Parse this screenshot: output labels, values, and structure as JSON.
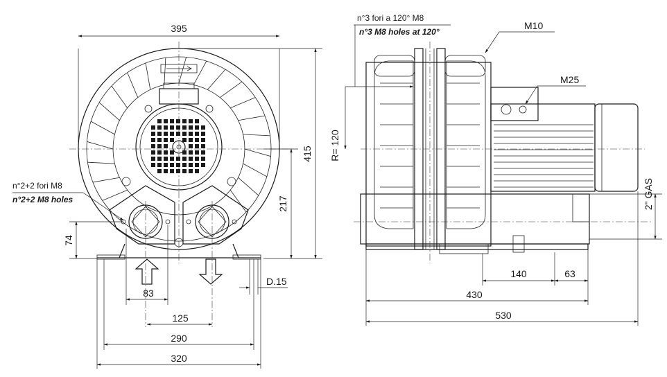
{
  "dimensions": {
    "width_395": "395",
    "height_415": "415",
    "height_217": "217",
    "height_74": "74",
    "inlet_83": "83",
    "spacing_125": "125",
    "base_290": "290",
    "base_320": "320",
    "slot_d15": "D.15",
    "radius_r120": "R= 120",
    "foot_140": "140",
    "foot_63": "63",
    "length_430": "430",
    "length_530": "530"
  },
  "labels": {
    "holes_it": "n°2+2 fori M8",
    "holes_en": "n°2+2 M8 holes",
    "holes3_it": "n°3 fori a 120° M8",
    "holes3_en": "n°3 M8 holes at 120°",
    "m10": "M10",
    "m25": "M25",
    "gas": "2\" GAS"
  },
  "icons": [
    "inlet-arrow-icon",
    "outlet-arrow-icon"
  ]
}
